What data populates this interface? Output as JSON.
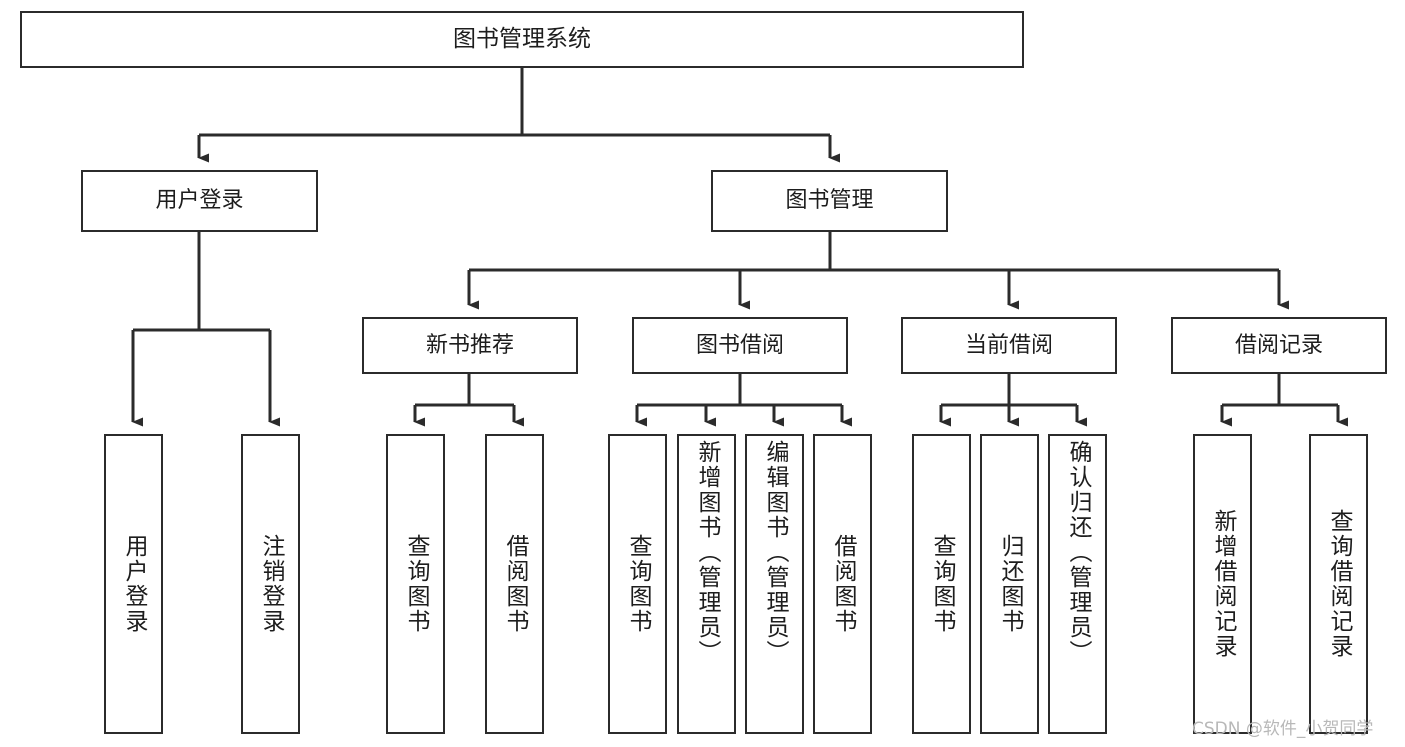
{
  "diagram": {
    "title": "图书管理系统",
    "type": "hierarchy-tree",
    "colors": {
      "box_border": "#2b2b2b",
      "box_fill": "#ffffff",
      "connector": "#2b2b2b",
      "text": "#1d1d1d",
      "watermark": "#b8b8b8",
      "background": "#ffffff"
    },
    "watermark": "CSDN @软件_小贺同学",
    "levels": {
      "root": {
        "label": "图书管理系统"
      },
      "level2": [
        {
          "label": "用户登录"
        },
        {
          "label": "图书管理"
        }
      ],
      "level3": [
        {
          "label": "新书推荐"
        },
        {
          "label": "图书借阅"
        },
        {
          "label": "当前借阅"
        },
        {
          "label": "借阅记录"
        }
      ],
      "leaves": {
        "user_login": [
          {
            "label": "用户登录"
          },
          {
            "label": "注销登录"
          }
        ],
        "new_book_recommend": [
          {
            "label": "查询图书"
          },
          {
            "label": "借阅图书"
          }
        ],
        "book_borrow": [
          {
            "label": "查询图书"
          },
          {
            "label": "新增图书（管理员）"
          },
          {
            "label": "编辑图书（管理员）"
          },
          {
            "label": "借阅图书"
          }
        ],
        "current_borrow": [
          {
            "label": "查询图书"
          },
          {
            "label": "归还图书"
          },
          {
            "label": "确认归还（管理员）"
          }
        ],
        "borrow_records": [
          {
            "label": "新增借阅记录"
          },
          {
            "label": "查询借阅记录"
          }
        ]
      }
    }
  }
}
